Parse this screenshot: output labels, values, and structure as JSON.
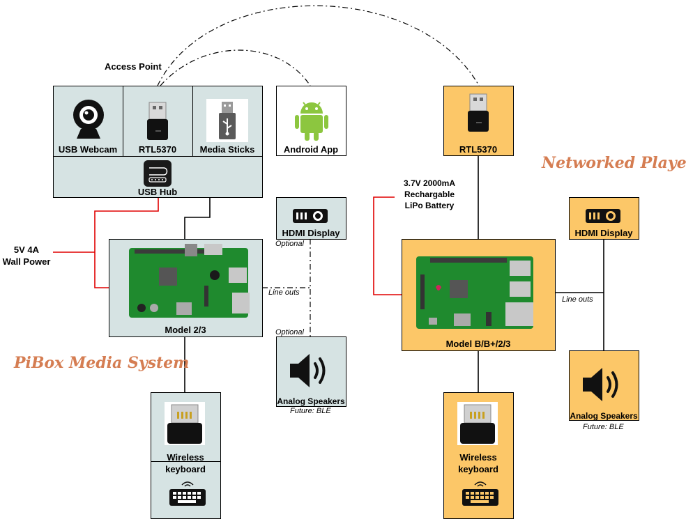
{
  "titles": {
    "pibox": "PiBox Media System",
    "networked": "Networked Player"
  },
  "left": {
    "access_point": "Access Point",
    "usb_webcam": "USB Webcam",
    "rtl": "RTL5370",
    "media_sticks": "Media Sticks",
    "usb_hub": "USB Hub",
    "power_line1": "5V 4A",
    "power_line2": "Wall Power",
    "model": "Model 2/3",
    "keyboard_line1": "Wireless",
    "keyboard_line2": "keyboard",
    "android": "Android App",
    "hdmi": "HDMI Display",
    "optional1": "Optional",
    "line_outs": "Line outs",
    "optional2": "Optional",
    "speakers": "Analog Speakers",
    "future": "Future: BLE"
  },
  "right": {
    "rtl": "RTL5370",
    "battery_line1": "3.7V 2000mA",
    "battery_line2": "Rechargable",
    "battery_line3": "LiPo Battery",
    "model": "Model B/B+/2/3",
    "hdmi": "HDMI Display",
    "line_outs": "Line outs",
    "speakers": "Analog Speakers",
    "future": "Future: BLE",
    "keyboard_line1": "Wireless",
    "keyboard_line2": "keyboard"
  },
  "colors": {
    "blue_fill": "#d6e3e3",
    "orange_fill": "#fcc768",
    "title": "#d57d52",
    "power_wire": "#e00000",
    "board_green": "#1f8a2e"
  },
  "icons": {
    "webcam": "webcam-icon",
    "wifi_dongle": "usb-wifi-dongle-icon",
    "usb_stick": "usb-stick-icon",
    "usb_hub": "usb-hub-icon",
    "android": "android-icon",
    "projector": "projector-icon",
    "speaker": "speaker-icon",
    "keyboard": "keyboard-icon",
    "raspberry_pi": "raspberry-pi-board-icon"
  }
}
